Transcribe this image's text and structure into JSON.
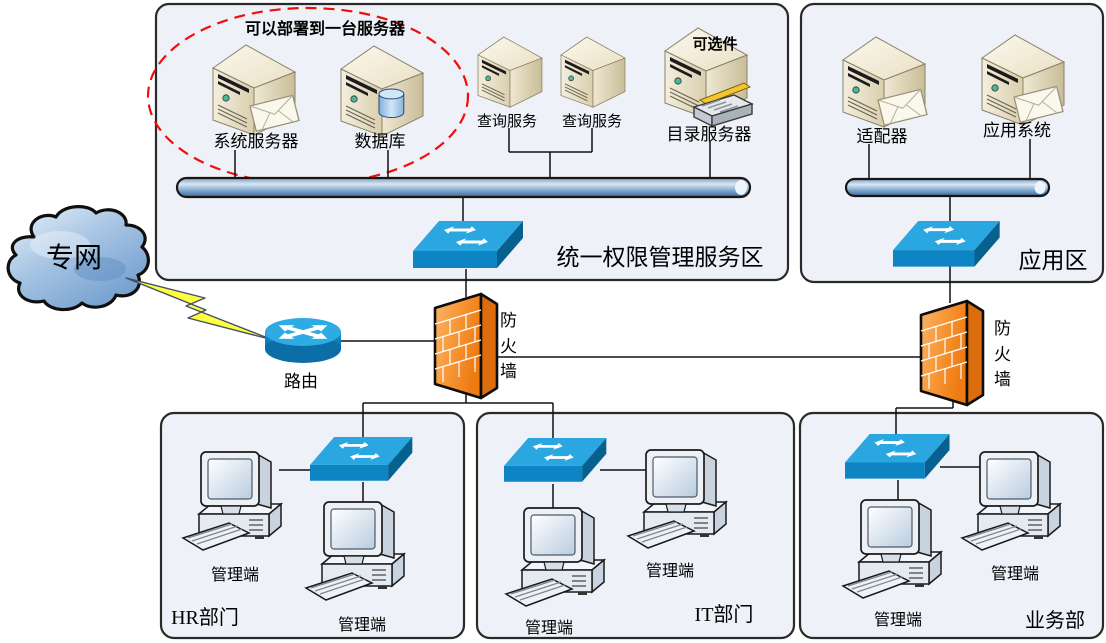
{
  "network": {
    "cloud_label": "专网",
    "router_label": "路由",
    "firewall_left_label": "防火墙",
    "firewall_right_label": "防火墙"
  },
  "zones": {
    "auth": {
      "label": "统一权限管理服务区",
      "deploy_note": "可以部署到一台服务器",
      "optional_note": "可选件",
      "servers": {
        "system": "系统服务器",
        "database": "数据库",
        "query1": "查询服务",
        "query2": "查询服务",
        "directory": "目录服务器"
      }
    },
    "app": {
      "label": "应用区",
      "servers": {
        "adapter": "适配器",
        "app_system": "应用系统"
      }
    },
    "hr": {
      "label": "HR部门",
      "clients": {
        "c1": "管理端",
        "c2": "管理端"
      }
    },
    "it": {
      "label": "IT部门",
      "clients": {
        "c1": "管理端",
        "c2": "管理端"
      }
    },
    "biz": {
      "label": "业务部",
      "clients": {
        "c1": "管理端",
        "c2": "管理端"
      }
    }
  },
  "icons": {
    "cloud": "cloud",
    "router": "router-cylinder",
    "firewall": "firewall-brick-wall",
    "switch": "switch-3d",
    "server": "server-tower",
    "database": "database-cylinder",
    "directory_index": "card-index-with-pencil",
    "envelope": "envelope",
    "client": "desktop-computer-with-keyboard",
    "link": "lightning-link"
  },
  "colors": {
    "zone_fill": "#eef1f7",
    "zone_border": "#2a2a2a",
    "switch_blue": "#2aa7e0",
    "firewall_orange": "#f5871f",
    "bus_blue": "#5d87b5",
    "highlight_red": "#f20d0d",
    "server_beige": "#e9e0c4",
    "lightning_yellow": "#ffff42",
    "cloud_blue": "#6d9bcc"
  }
}
